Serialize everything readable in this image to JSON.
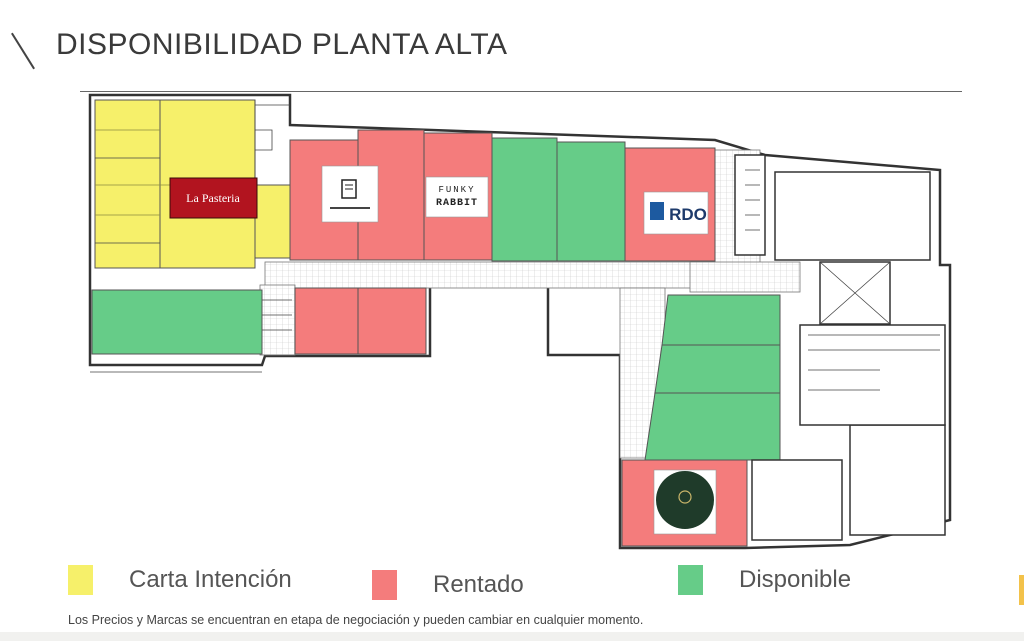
{
  "title": "DISPONIBILIDAD PLANTA ALTA",
  "colors": {
    "carta": "#f6f06a",
    "rentado": "#f47c7c",
    "disponible": "#66cc88",
    "line": "#333333",
    "brand_red": "#b2141f",
    "brand_green": "#1f3b2a",
    "rdo_blue": "#1d5aa0"
  },
  "legend": [
    {
      "label": "Carta Intención",
      "color": "#f6f06a"
    },
    {
      "label": "Rentado",
      "color": "#f47c7c"
    },
    {
      "label": "Disponible",
      "color": "#66cc88"
    }
  ],
  "brands": {
    "la_pasteria": "La Pasteria",
    "funky_rabbit_line1": "FUNKY",
    "funky_rabbit_line2": "RABBIT",
    "rdo": "RDO"
  },
  "footnote": "Los Precios y Marcas se encuentran en etapa de negociación y pueden cambiar en cualquier momento."
}
